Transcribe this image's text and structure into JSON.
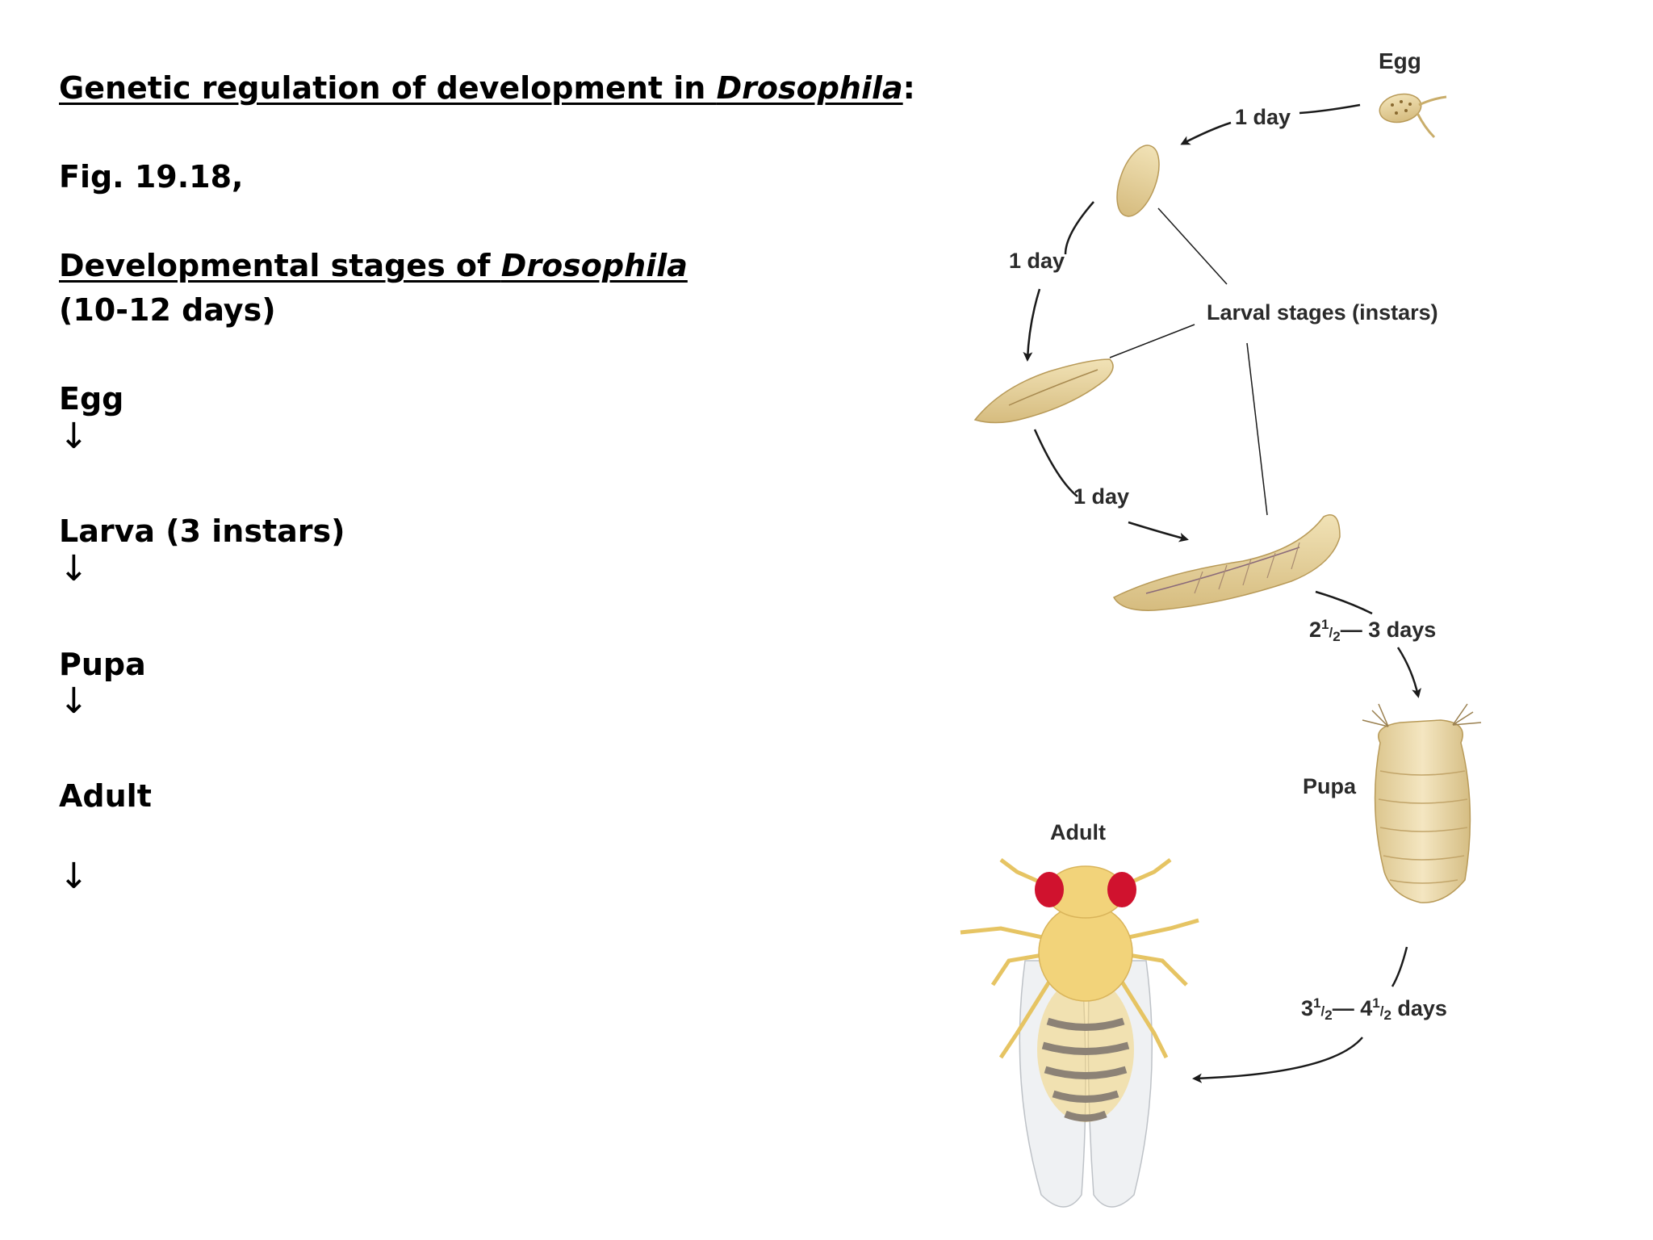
{
  "left_text": {
    "heading_prefix": "Genetic regulation of development in ",
    "heading_italic": "Drosophila",
    "heading_suffix": ":",
    "fig_ref": "Fig. 19.18,",
    "stages_heading_prefix": "Developmental stages of ",
    "stages_heading_italic": "Drosophila",
    "duration": "(10-12 days)",
    "stages": [
      {
        "label": "Egg",
        "arrow": "↓"
      },
      {
        "label": "Larva (3 instars)",
        "arrow": "↓"
      },
      {
        "label": "Pupa",
        "arrow": "↓"
      },
      {
        "label": "Adult",
        "arrow": "↓"
      }
    ]
  },
  "diagram": {
    "egg_label": "Egg",
    "larval_label": "Larval stages (instars)",
    "pupa_label": "Pupa",
    "adult_label": "Adult",
    "durations": {
      "egg_to_l1": "1 day",
      "l1_to_l2": "1 day",
      "l2_to_l3": "1 day",
      "l3_to_pupa_whole1": "2",
      "l3_to_pupa_num1": "1",
      "l3_to_pupa_den1": "2",
      "l3_to_pupa_rest": "— 3 days",
      "pupa_to_adult_whole1": "3",
      "pupa_to_adult_num1": "1",
      "pupa_to_adult_den1": "2",
      "pupa_to_adult_dash": "— 4",
      "pupa_to_adult_num2": "1",
      "pupa_to_adult_den2": "2",
      "pupa_to_adult_unit": " days"
    },
    "colors": {
      "body": "#e8d39a",
      "body_dark": "#c9ad6a",
      "fly_yellow": "#f2d37a",
      "eye_red": "#d0122e",
      "wing": "#eef0f2",
      "stripe": "#8c8276"
    }
  }
}
